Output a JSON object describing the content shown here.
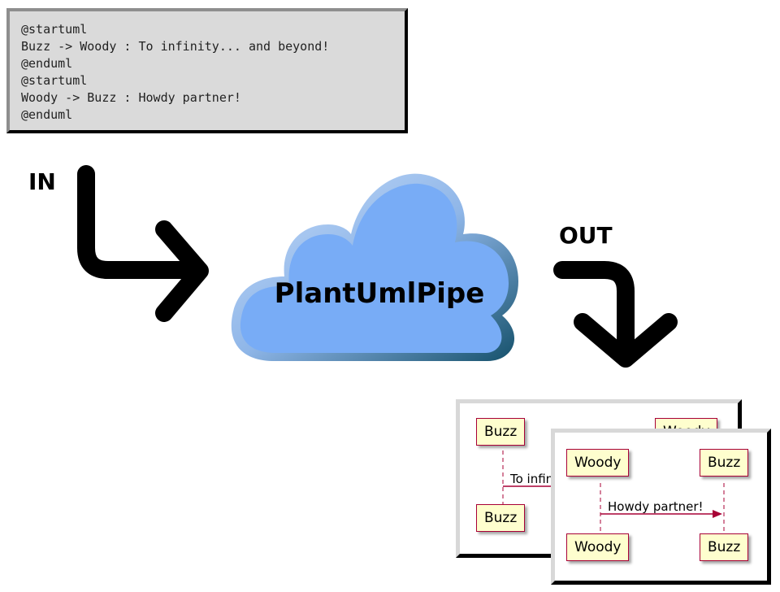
{
  "code": {
    "lines": [
      "@startuml",
      "Buzz -> Woody : To infinity... and beyond!",
      "@enduml",
      "@startuml",
      "Woody -> Buzz : Howdy partner!",
      "@enduml"
    ]
  },
  "labels": {
    "in": "IN",
    "out": "OUT",
    "cloud": "PlantUmlPipe"
  },
  "diagram1": {
    "left_actor": "Buzz",
    "right_actor": "Woody",
    "message": "To infinity... and beyond!",
    "visible_message": "To infin",
    "right_visible": "Woody"
  },
  "diagram2": {
    "left_actor": "Woody",
    "right_actor": "Buzz",
    "message": "Howdy partner!"
  },
  "colors": {
    "cloud_fill": "#7aaef8",
    "cloud_edge": "#2a6a8a",
    "actor_fill": "#fefece",
    "actor_border": "#a80036",
    "code_bg": "#dadada"
  }
}
